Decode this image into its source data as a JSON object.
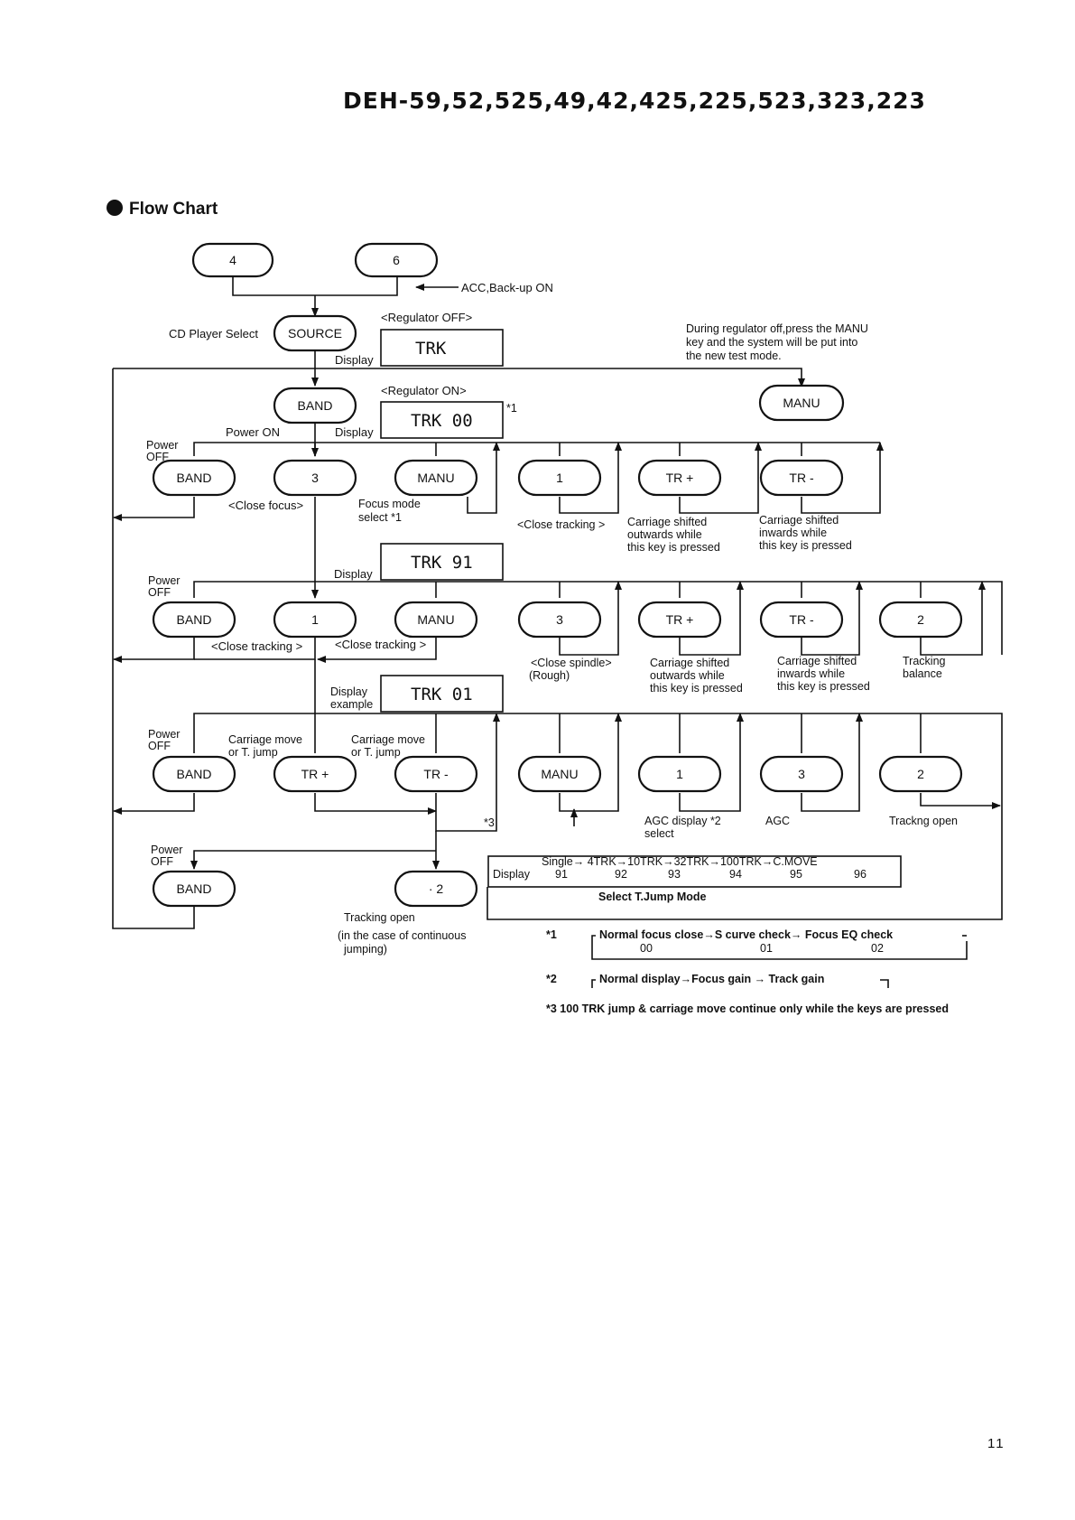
{
  "header": {
    "model_line": "DEH-59,52,525,49,42,425,225,523,323,223"
  },
  "section_title": "Flow Chart",
  "page_number": "11",
  "keys": {
    "k4": "4",
    "k6": "6",
    "source": "SOURCE",
    "band": "BAND",
    "manu": "MANU",
    "k3": "3",
    "k1": "1",
    "trp": "TR +",
    "trm": "TR -",
    "k2": "2",
    "k2s": "2",
    "k2b": "2",
    "k2c": "· 2",
    "k1b": "1"
  },
  "displays": {
    "regoff": "TRK",
    "regon": "TRK 00",
    "trk91": "TRK 91",
    "trk01": "TRK 01"
  },
  "labels": {
    "acc": "ACC,Back-up ON",
    "cd_select": "CD Player Select",
    "reg_off": "<Regulator  OFF>",
    "reg_on": "<Regulator  ON>",
    "display": "Display",
    "display_example": [
      "Display",
      "example"
    ],
    "star1": "*1",
    "manu_note": [
      "During regulator off,press the MANU",
      "key and the system will be put into",
      "the new test mode."
    ],
    "power_on": "Power  ON",
    "power_off": [
      "Power",
      "OFF"
    ],
    "close_focus": "<Close focus>",
    "focus_mode": [
      "Focus  mode",
      "select   *1"
    ],
    "close_tracking": "<Close tracking >",
    "carriage_out": [
      "Carriage  shifted",
      "outwards  while",
      "this  key  is  pressed"
    ],
    "carriage_in": [
      "Carriage  shifted",
      "inwards  while",
      "this  key  is  pressed"
    ],
    "close_spindle": [
      "<Close spindle>",
      "(Rough)"
    ],
    "tracking_balance": [
      "Tracking",
      "balance"
    ],
    "carriage_move": [
      "Carriage move",
      "or T. jump"
    ],
    "star3": "*3",
    "agc_display": [
      "AGC display  *2",
      "select"
    ],
    "agc": "AGC",
    "tracking_open": "Trackng   open",
    "tjump_sequence": "Single→ 4TRK→10TRK→32TRK→100TRK→C.MOVE",
    "tjump_codes": [
      "91",
      "92",
      "93",
      "94",
      "95",
      "96"
    ],
    "select_tjump": "Select T.Jump Mode",
    "tracking_open2": "Tracking  open",
    "continuous": [
      "(in the case of continuous",
      " jumping)"
    ]
  },
  "footnotes": {
    "f1_mark": "*1",
    "f1_text": "Normal focus close→S curve check→ Focus EQ check",
    "f1_codes": [
      "00",
      "01",
      "02"
    ],
    "f2_mark": "*2",
    "f2_text": "Normal display→Focus gain  → Track gain",
    "f3_text": "*3  100 TRK jump & carriage move continue only while the keys are pressed"
  }
}
